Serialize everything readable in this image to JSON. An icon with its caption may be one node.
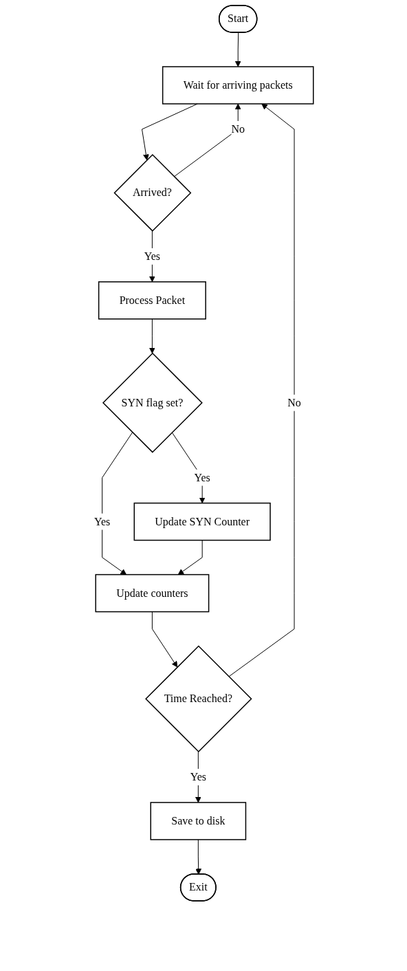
{
  "diagram": {
    "nodes": [
      {
        "text": [
          "Start"
        ]
      },
      {
        "text": [
          "Wait for arriving packets"
        ]
      },
      {
        "text": [
          "Arrived?"
        ]
      },
      {
        "text": [
          "Process Packet"
        ]
      },
      {
        "text": [
          "SYN flag set?"
        ]
      },
      {
        "text": [
          "Update SYN Counter"
        ]
      },
      {
        "text": [
          "Update counters"
        ]
      },
      {
        "text": [
          "Time Reached?"
        ]
      },
      {
        "text": [
          "Save to disk"
        ]
      },
      {
        "text": [
          "Exit"
        ]
      }
    ],
    "edges": [
      {
        "from": 0,
        "to": 1,
        "arrow": "to"
      },
      {
        "from": 1,
        "to": 2,
        "arrow": "to"
      },
      {
        "from": 2,
        "to": 1,
        "arrow": "to",
        "label": "No"
      },
      {
        "from": 2,
        "to": 3,
        "arrow": "to",
        "label": "Yes"
      },
      {
        "from": 3,
        "to": 4,
        "arrow": "to"
      },
      {
        "from": 4,
        "to": 5,
        "arrow": "to",
        "label": "Yes"
      },
      {
        "from": 4,
        "to": 6,
        "arrow": "to",
        "label": "Yes"
      },
      {
        "from": 5,
        "to": 6,
        "arrow": "to"
      },
      {
        "from": 6,
        "to": 7,
        "arrow": "to"
      },
      {
        "from": 7,
        "to": 1,
        "arrow": "to",
        "label": "No"
      },
      {
        "from": 7,
        "to": 8,
        "arrow": "to",
        "label": "Yes"
      },
      {
        "from": 8,
        "to": 9,
        "arrow": "to"
      }
    ]
  }
}
